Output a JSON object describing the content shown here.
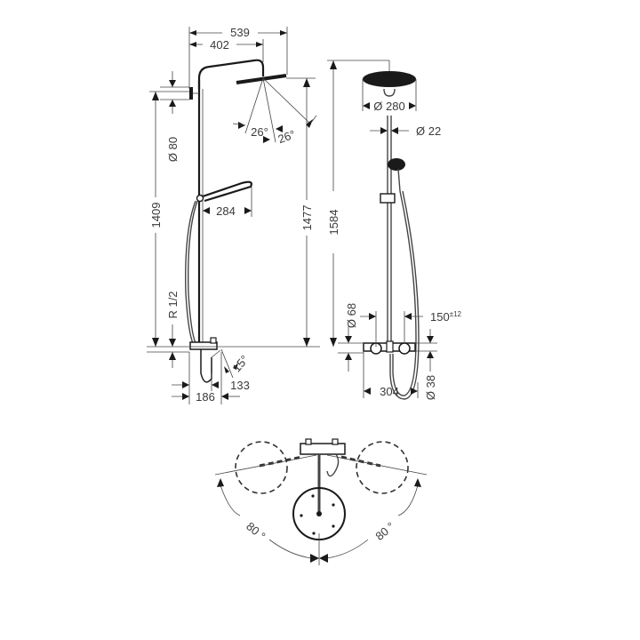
{
  "drawing": {
    "title": "Shower system technical drawing",
    "units": "mm",
    "colors": {
      "line": "#1a1a1a",
      "text": "#3a3a3a",
      "background": "#ffffff"
    }
  },
  "side_view": {
    "dims": {
      "arm_total": "539",
      "arm_head": "402",
      "wall_diam": "Ø 80",
      "tilt_left": "26°",
      "tilt_right": "26°",
      "height_1409": "1409",
      "height_1477": "1477",
      "hand_arm": "284",
      "thread": "R 1/2",
      "tilt_spout": "15°",
      "spout_133": "133",
      "spout_186": "186"
    }
  },
  "front_view": {
    "dims": {
      "height_1584": "1584",
      "head_diam": "Ø 280",
      "pipe_diam": "Ø 22",
      "diam_68": "Ø 68",
      "centers": "150",
      "centers_tol": "±12",
      "mixer_width": "304",
      "diam_38": "Ø 38"
    }
  },
  "top_view": {
    "dims": {
      "swivel_left": "80 °",
      "swivel_right": "80 °"
    }
  }
}
